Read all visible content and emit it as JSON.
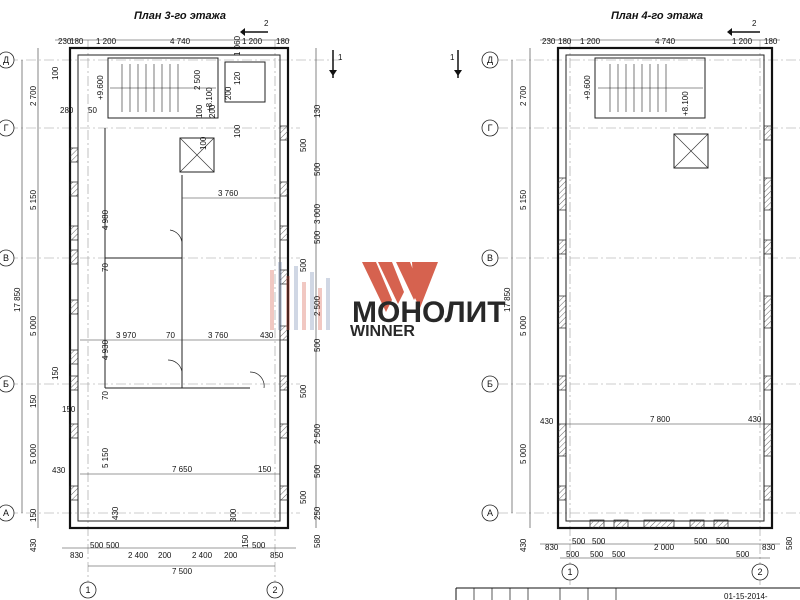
{
  "plans": {
    "left": {
      "title": "План 3-го этажа",
      "cut_marker": "2",
      "right_marker": "1",
      "axes_rows": [
        "Д",
        "Г",
        "В",
        "Б",
        "А"
      ],
      "axes_cols": [
        "1",
        "2"
      ],
      "top_dims": [
        "230",
        "180",
        "1 200",
        "4 740",
        "1 200",
        "180",
        "1 060"
      ],
      "stair_dims": [
        "2 500",
        "120",
        "200",
        "100",
        "200",
        "100",
        "50",
        "280",
        "100"
      ],
      "left_dims": [
        "100",
        "2 700",
        "5 150",
        "17 850",
        "5 000",
        "5 000",
        "150",
        "150",
        "430",
        "150",
        "430"
      ],
      "inner_dims": [
        "4 980",
        "70",
        "4 930",
        "70",
        "5 150",
        "3 760",
        "3 970",
        "70",
        "3 760",
        "430",
        "7 650",
        "150",
        "150",
        "430",
        "300",
        "150"
      ],
      "right_dims": [
        "130",
        "500",
        "500",
        "3 000",
        "500",
        "500",
        "2 500",
        "500",
        "500",
        "2 500",
        "500",
        "500",
        "250",
        "580"
      ],
      "bottom_dims": [
        "830",
        "500",
        "500",
        "2 400",
        "200",
        "2 400",
        "200",
        "500",
        "850",
        "7 500"
      ],
      "elevations": [
        "+9.600",
        "+8.100"
      ]
    },
    "right": {
      "title": "План 4-го этажа",
      "cut_marker": "2",
      "right_marker": "1",
      "axes_rows": [
        "Д",
        "Г",
        "В",
        "Б",
        "А"
      ],
      "axes_cols": [
        "1",
        "2"
      ],
      "top_dims": [
        "230",
        "180",
        "1 200",
        "4 740",
        "1 200",
        "180"
      ],
      "left_dims": [
        "2 700",
        "5 150",
        "17 850",
        "5 000",
        "5 000",
        "430"
      ],
      "inner_dims": [
        "7 800",
        "430",
        "430"
      ],
      "bottom_dims": [
        "830",
        "500",
        "500",
        "2 000",
        "500",
        "500",
        "830",
        "500",
        "500",
        "500",
        "500",
        "580"
      ],
      "elevations": [
        "+9.600",
        "+8.100"
      ],
      "stamp_code": "01-15-2014-"
    }
  },
  "watermark": {
    "line1": "МОНОЛИТ",
    "line2": "WINNER",
    "brand_color": "#d2523c",
    "accent_color": "#6b7fa8"
  }
}
